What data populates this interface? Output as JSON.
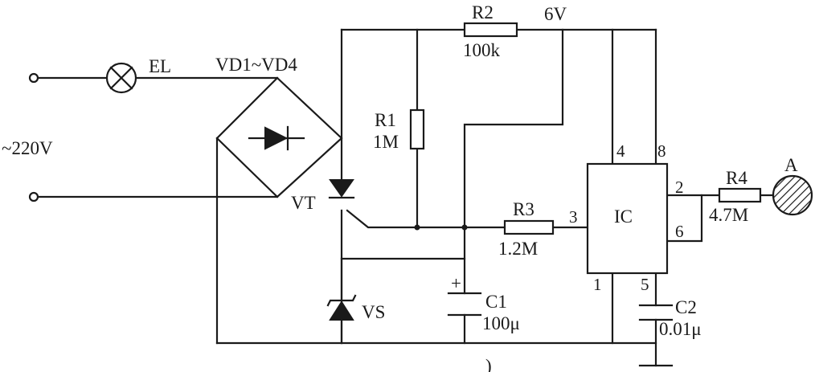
{
  "labels": {
    "ac_source": "~220V",
    "lamp": "EL",
    "bridge": "VD1~VD4",
    "supply": "6V",
    "scr": "VT",
    "zener": "VS",
    "ic": "IC"
  },
  "resistors": [
    {
      "name": "R1",
      "value": "1M"
    },
    {
      "name": "R2",
      "value": "100k"
    },
    {
      "name": "R3",
      "value": "1.2M"
    },
    {
      "name": "R4",
      "value": "4.7M"
    }
  ],
  "capacitors": [
    {
      "name": "C1",
      "value": "100μ",
      "polarity": "+"
    },
    {
      "name": "C2",
      "value": "0.01μ"
    }
  ],
  "ic_pins": [
    "4",
    "8",
    "3",
    "2",
    "6",
    "1",
    "5"
  ],
  "probe": "A",
  "footer_mark": ")"
}
